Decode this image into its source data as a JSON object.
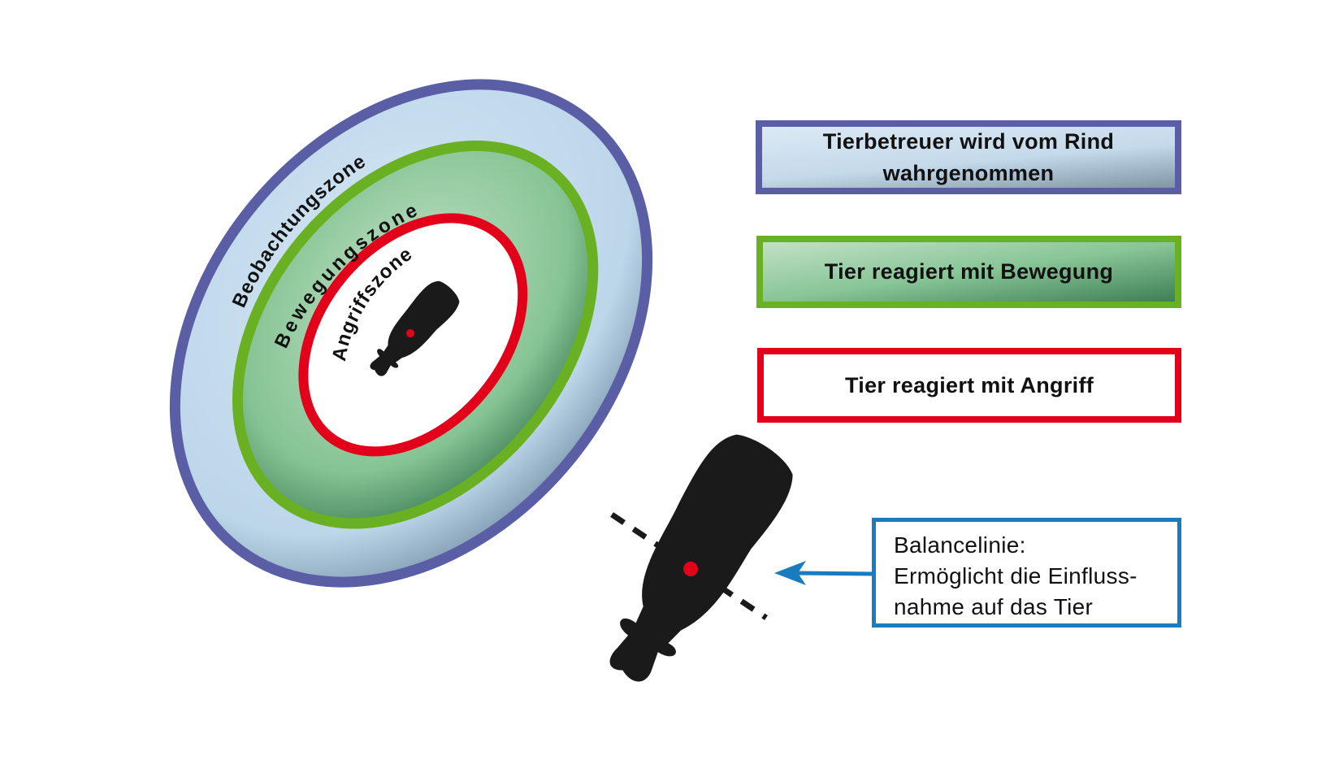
{
  "zones": {
    "outer": {
      "label": "Beobachtungszone",
      "color": "#5a5ea5"
    },
    "middle": {
      "label": "Bewegungszone",
      "color": "#6ab023"
    },
    "inner": {
      "label": "Angriffszone",
      "color": "#e2001a"
    }
  },
  "legend": [
    {
      "text": "Tierbetreuer wird vom Rind wahrgenommen",
      "color": "#5a5ea5"
    },
    {
      "text": "Tier reagiert mit Bewegung",
      "color": "#6ab023"
    },
    {
      "text": "Tier reagiert mit Angriff",
      "color": "#e2001a"
    }
  ],
  "balance": {
    "line1": "Balancelinie:",
    "line2": "Ermöglicht die Einfluss-",
    "line3": "nahme auf das Tier",
    "color": "#1a7bbf"
  },
  "icons": [
    "cow-silhouette-icon",
    "arrow-left-icon"
  ]
}
